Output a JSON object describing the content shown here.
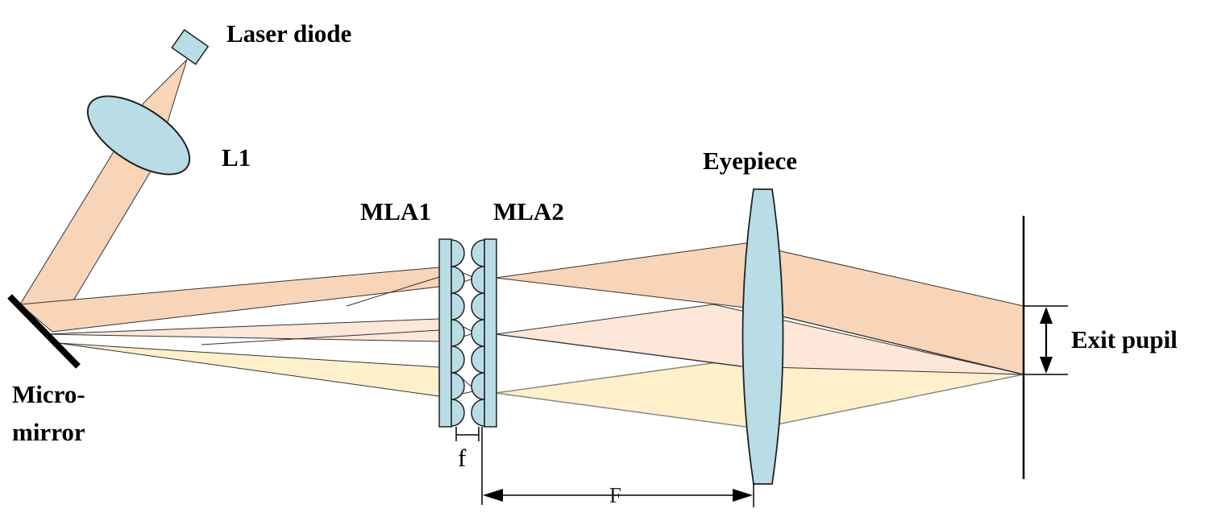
{
  "labels": {
    "laser_diode": "Laser diode",
    "l1": "L1",
    "micromirror_line1": "Micro-",
    "micromirror_line2": "mirror",
    "mla1": "MLA1",
    "mla2": "MLA2",
    "eyepiece": "Eyepiece",
    "exit_pupil": "Exit pupil",
    "focal_f": "f",
    "focal_F": "F"
  },
  "colors": {
    "beam_main": "#f8d4b8",
    "beam_light": "#fce7d9",
    "beam_yellow": "#fff0cc",
    "optic_fill": "#b8dde6",
    "optic_stroke": "#222222"
  }
}
